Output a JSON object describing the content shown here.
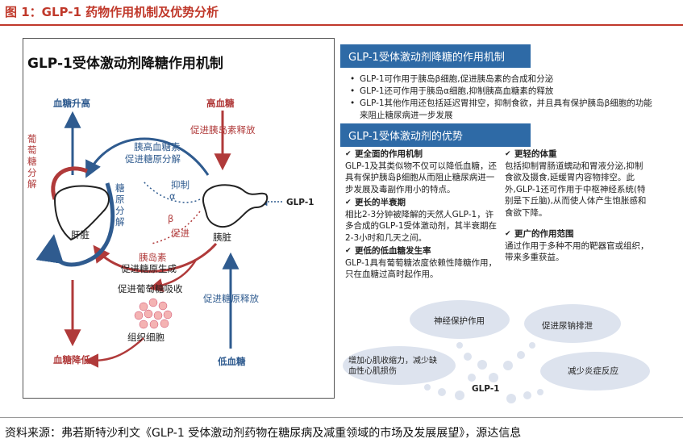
{
  "figure_title": "图 1：GLP-1 药物作用机制及优势分析",
  "source": "资料来源：弗若斯特沙利文《GLP-1 受体激动剂药物在糖尿病及减重领域的市场及发展展望》，源达信息",
  "left_panel": {
    "title": "GLP-1受体激动剂降糖作用机制",
    "labels": {
      "high_sugar_left": "血糖升高",
      "high_sugar_right": "高血糖",
      "promote_insulin": "促进胰岛素释放",
      "glycogen_left": "葡萄糖分解",
      "glucagon": "胰高血糖素",
      "glycogenolysis": "促进糖原分解",
      "inhibit": "抑制",
      "alpha": "α",
      "beta": "β",
      "promote": "促进",
      "liver": "肝脏",
      "pancreas": "胰脏",
      "glp1": "GLP-1",
      "glycogen_mid": "糖原分解",
      "insulin": "胰岛素",
      "gluconeogenesis": "促进糖原生成",
      "glucose_uptake": "促进葡萄糖吸收",
      "tissue": "组织细胞",
      "glycogen_release": "促进糖原释放",
      "low_sugar_left": "血糖降低",
      "low_sugar_right": "低血糖"
    }
  },
  "mechanism": {
    "header": "GLP-1受体激动剂降糖的作用机制",
    "bullets": [
      "GLP-1可作用于胰岛β细胞,促进胰岛素的合成和分泌",
      "GLP-1还可作用于胰岛α细胞,抑制胰高血糖素的释放",
      "GLP-1其他作用还包括延迟胃排空，抑制食欲，并且具有保护胰岛β细胞的功能来阻止糖尿病进一步发展"
    ]
  },
  "advantages": {
    "header": "GLP-1受体激动剂的优势",
    "left": [
      {
        "title": "更全面的作用机制",
        "body": "GLP-1及其类似物不仅可以降低血糖，还具有保护胰岛β细胞从而阻止糖尿病进一步发展及毒副作用小的特点。"
      },
      {
        "title": "更长的半衰期",
        "body": "相比2-3分钟被降解的天然人GLP-1，许多合成的GLP-1受体激动剂，其半衰期在2-3小时和几天之间。"
      },
      {
        "title": "更低的低血糖发生率",
        "body": "GLP-1具有葡萄糖浓度依赖性降糖作用，只在血糖过高时起作用。"
      }
    ],
    "right": [
      {
        "title": "更轻的体重",
        "body": "包括抑制胃肠道蠕动和胃液分泌,抑制食欲及摄食,延缓胃内容物排空。此外,GLP-1还可作用于中枢神经系统(特别是下丘脑),从而使人体产生饱胀感和食欲下降。"
      },
      {
        "title": "更广的作用范围",
        "body": "通过作用于多种不用的靶器官或组织，带来多重获益。"
      }
    ]
  },
  "effects": {
    "nerve": "神经保护作用",
    "sodium": "促进尿钠排泄",
    "heart": "增加心肌收缩力，减少缺血性心肌损伤",
    "inflammation": "减少炎症反应",
    "center": "GLP-1"
  }
}
